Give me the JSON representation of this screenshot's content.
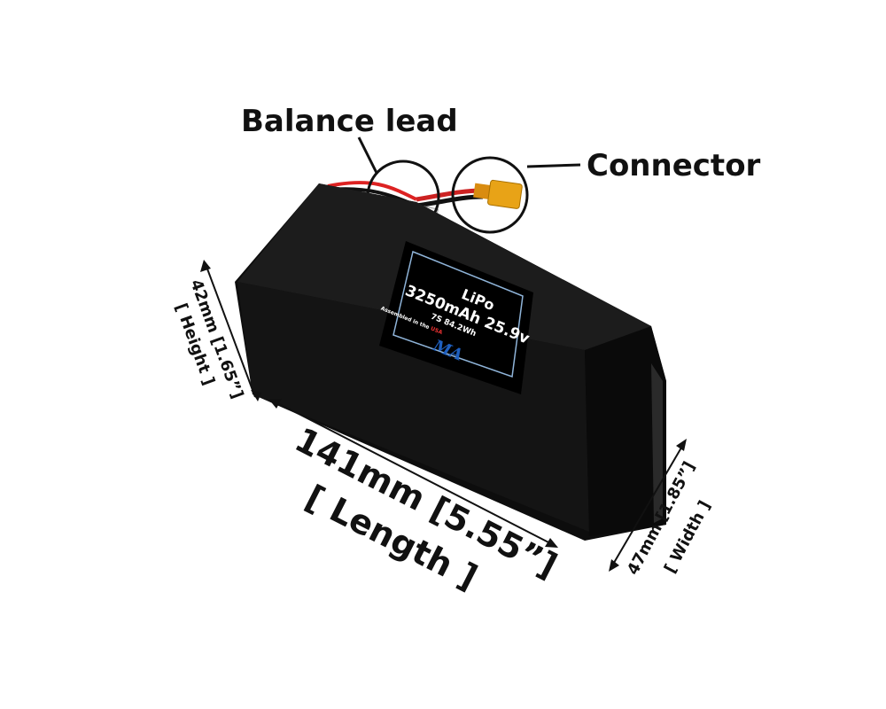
{
  "callouts": {
    "balance_lead": "Balance lead",
    "connector": "Connector"
  },
  "dimensions": {
    "length": "141mm [5.55”]",
    "length_label": "[ Length ]",
    "height": "42mm [1.65”]",
    "height_label": "[ Height ]",
    "width": "47mm [1.85”]",
    "width_label": "[ Width ]"
  },
  "battery_label": {
    "chemistry": "LiPo",
    "capacity_voltage": "3250mAh 25.9v",
    "cells_energy": "7S 84.2Wh",
    "assembled": "Assembled in the ",
    "country": "USA",
    "logo": "MA"
  },
  "colors": {
    "body": "#0d0d0d",
    "label_border": "#8fb4d9",
    "logo_blue": "#1e5fbf",
    "connector": "#e8a317"
  }
}
